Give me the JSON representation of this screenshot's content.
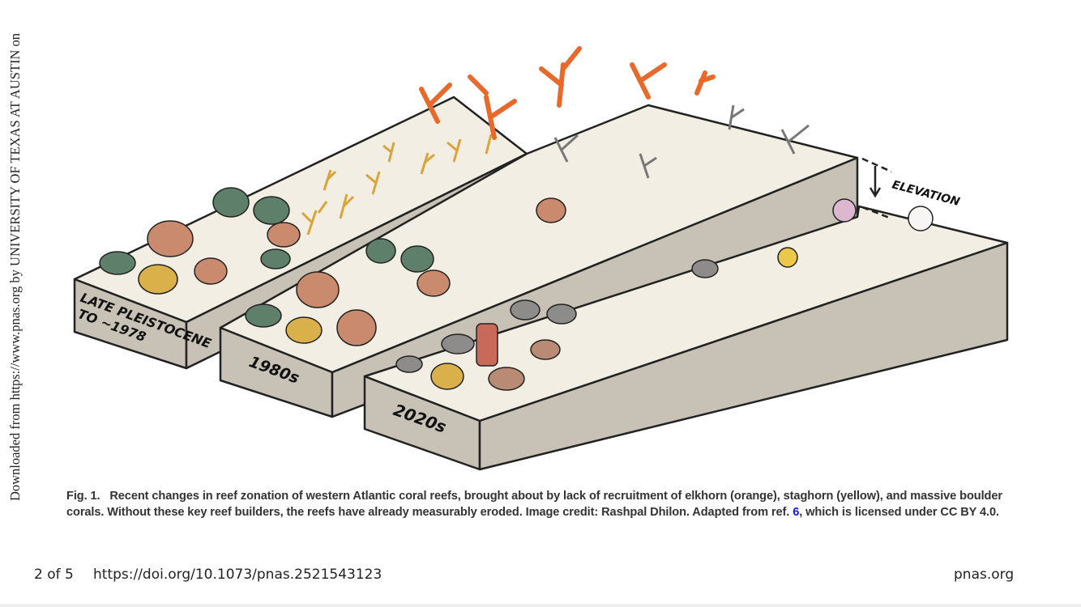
{
  "side_note": "Downloaded from https://www.pnas.org by UNIVERSITY OF TEXAS AT AUSTIN on",
  "figure": {
    "labels": {
      "slab1_line1": "LATE PLEISTOCENE",
      "slab1_line2": "TO ~1978",
      "slab2": "1980s",
      "slab3": "2020s",
      "elevation": "ELEVATION"
    },
    "colors": {
      "sand": "#f2eee3",
      "side": "#c8c1b6",
      "elkhorn": "#e8692a",
      "staghorn": "#d9a43a",
      "boulder": "#c98a6e",
      "green": "#5e806a",
      "dead": "#8e8c8a"
    }
  },
  "caption": {
    "label": "Fig. 1.",
    "text_before_ref": "Recent changes in reef zonation of western Atlantic coral reefs, brought about by lack of recruitment of elkhorn (orange), staghorn (yellow), and massive boulder corals. Without these key reef builders, the reefs have already measurably eroded. Image credit: Rashpal Dhilon. Adapted from ref. ",
    "ref": "6",
    "text_after_ref": ", which is licensed under CC BY 4.0."
  },
  "footer": {
    "page": "2 of 5",
    "doi": "https://doi.org/10.1073/pnas.2521543123",
    "site": "pnas.org"
  }
}
